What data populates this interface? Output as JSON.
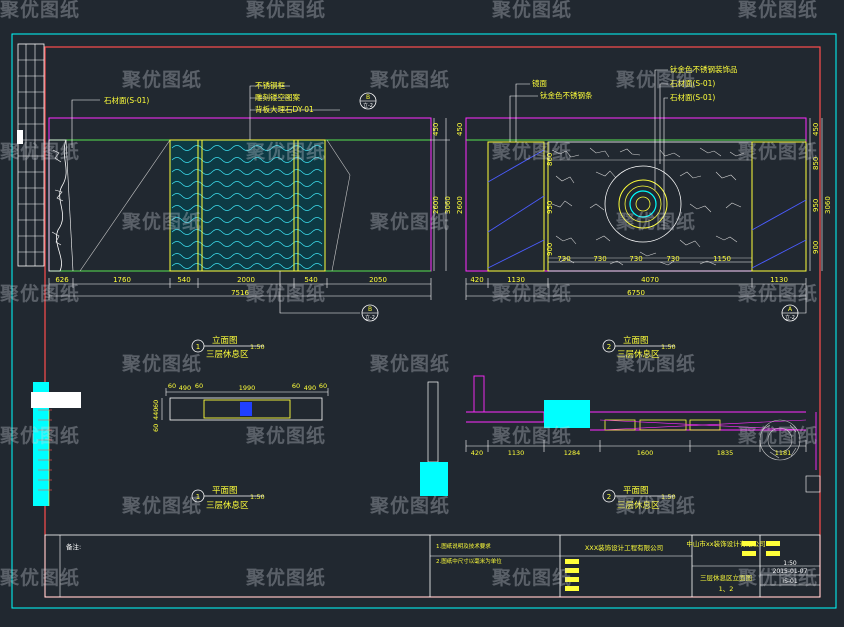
{
  "watermark": "聚优图纸",
  "left_elevation": {
    "callouts": [
      "不锈钢框",
      "雕刻镂空图案",
      "背板大理石DY-01"
    ],
    "stone_label": "石材面(S-01)",
    "section_marker": {
      "letter": "B",
      "sheet": "立-2"
    },
    "section_marker_bottom": {
      "letter": "B",
      "sheet": "立-2"
    },
    "dims_top": [
      "626",
      "1760",
      "540",
      "2000",
      "540",
      "2050"
    ],
    "dims_total": "7516",
    "dims_vertical": [
      "450",
      "2600",
      "3060",
      "450",
      "2600"
    ],
    "title": {
      "number": "1",
      "name": "立面图",
      "scale": "1:50",
      "area": "三层休息区"
    }
  },
  "right_elevation": {
    "callouts_left": [
      "镜面",
      "钛金色不锈钢条"
    ],
    "callouts_right": [
      "钛金色不锈钢装饰品",
      "石材面(S-01)",
      "石材面(S-01)"
    ],
    "dims_top": [
      "420",
      "1130",
      "4070",
      "1130"
    ],
    "dims_inner": [
      "730",
      "730",
      "730",
      "730",
      "1150"
    ],
    "dims_total": "6750",
    "dims_vertical": [
      "450",
      "850",
      "950",
      "900",
      "3060",
      "900",
      "950",
      "860"
    ],
    "section_marker": {
      "letter": "A",
      "sheet": "立-2"
    },
    "title": {
      "number": "2",
      "name": "立面图",
      "scale": "1:50",
      "area": "三层休息区"
    }
  },
  "plan_left": {
    "dims": [
      "60",
      "490",
      "60",
      "1990",
      "60",
      "490",
      "60"
    ],
    "side_dims": [
      "60",
      "440",
      "60"
    ],
    "title": {
      "number": "1",
      "name": "平面图",
      "scale": "1:50",
      "area": "三层休息区"
    }
  },
  "plan_right": {
    "dims": [
      "420",
      "1130",
      "1284",
      "1600",
      "1835",
      "1181"
    ],
    "title": {
      "number": "2",
      "name": "平面图",
      "scale": "1:50",
      "area": "三层休息区"
    }
  },
  "title_block": {
    "remark_label": "备注:",
    "notes": [
      "1.图纸说明及技术要求",
      "2.图纸中尺寸以毫米为单位"
    ],
    "designer": "XXX装饰设计工程有限公司",
    "client": "中山市xx装饰设计有限公司",
    "drawing_name": "三层休息区立面图",
    "drawing_sub": "1、2",
    "scale": "1:50",
    "date": "2015-01-07",
    "sheet_no": "IS-01"
  },
  "colors": {
    "background": "#212830",
    "frame": "#ff4d4d",
    "magenta": "#ff2bff",
    "cyan": "#00ffff",
    "yellow": "#ffff3a",
    "white": "#ffffff",
    "green": "#57e24f",
    "blue": "#4b5cff"
  }
}
